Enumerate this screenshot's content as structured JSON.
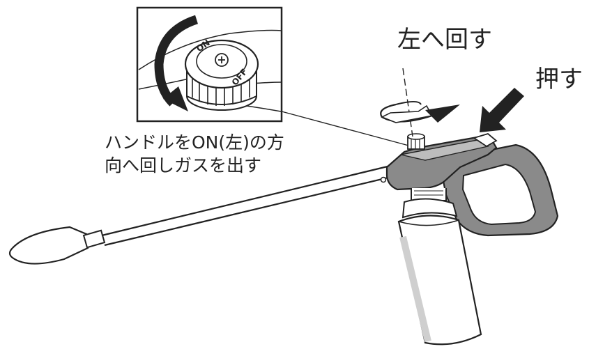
{
  "labels": {
    "turn_left": "左へ回す",
    "push": "押す",
    "instruction_line1": "ハンドルをON(左)の方",
    "instruction_line2": "向へ回しガスを出す"
  },
  "dial": {
    "on_mark": "ON",
    "off_mark": "OFF"
  },
  "colors": {
    "ink": "#222222",
    "handle_gray": "#8a8a8a",
    "handle_inner": "#bdbdbd",
    "canister_shade": "#e8e8e8",
    "background": "#ffffff"
  }
}
